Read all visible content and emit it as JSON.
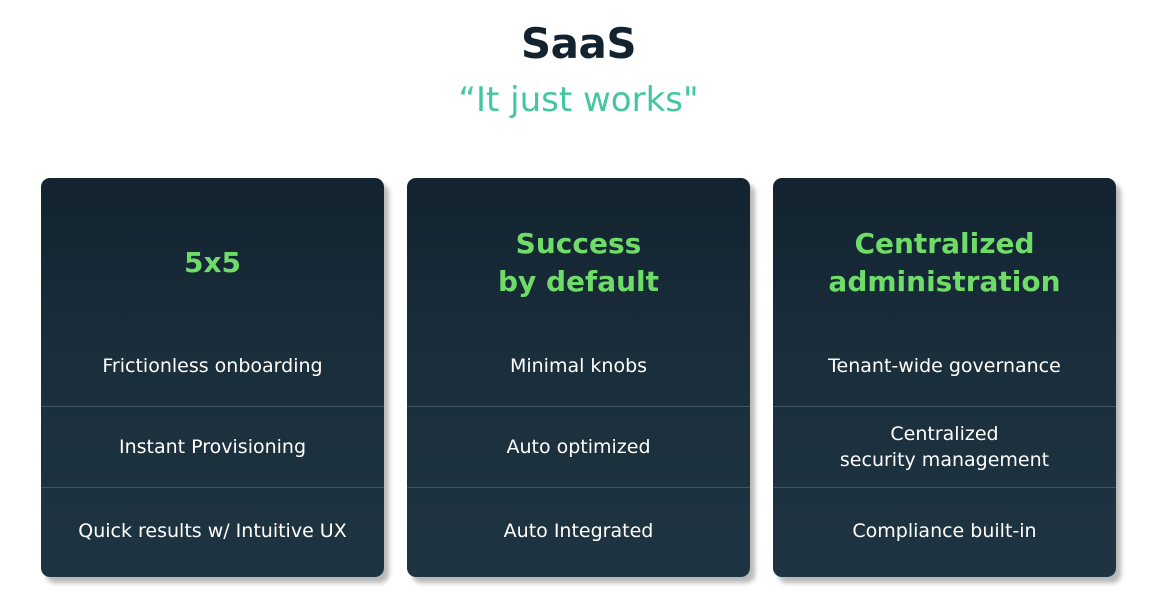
{
  "header": {
    "title": "SaaS",
    "subtitle": "“It just works\""
  },
  "cards": [
    {
      "heading_lines": [
        "5x5"
      ],
      "items": [
        [
          "Frictionless onboarding"
        ],
        [
          "Instant Provisioning"
        ],
        [
          "Quick results w/ Intuitive UX"
        ]
      ]
    },
    {
      "heading_lines": [
        "Success",
        "by default"
      ],
      "items": [
        [
          "Minimal knobs"
        ],
        [
          "Auto optimized"
        ],
        [
          "Auto Integrated"
        ]
      ]
    },
    {
      "heading_lines": [
        "Centralized",
        "administration"
      ],
      "items": [
        [
          "Tenant-wide governance"
        ],
        [
          "Centralized",
          "security management"
        ],
        [
          "Compliance built-in"
        ]
      ]
    }
  ],
  "colors": {
    "title": "#13222f",
    "subtitle": "#44c7a0",
    "card_background": "#1a2e3b",
    "card_heading": "#6fdc6a",
    "card_text": "#ffffff",
    "divider": "#3f5563"
  }
}
